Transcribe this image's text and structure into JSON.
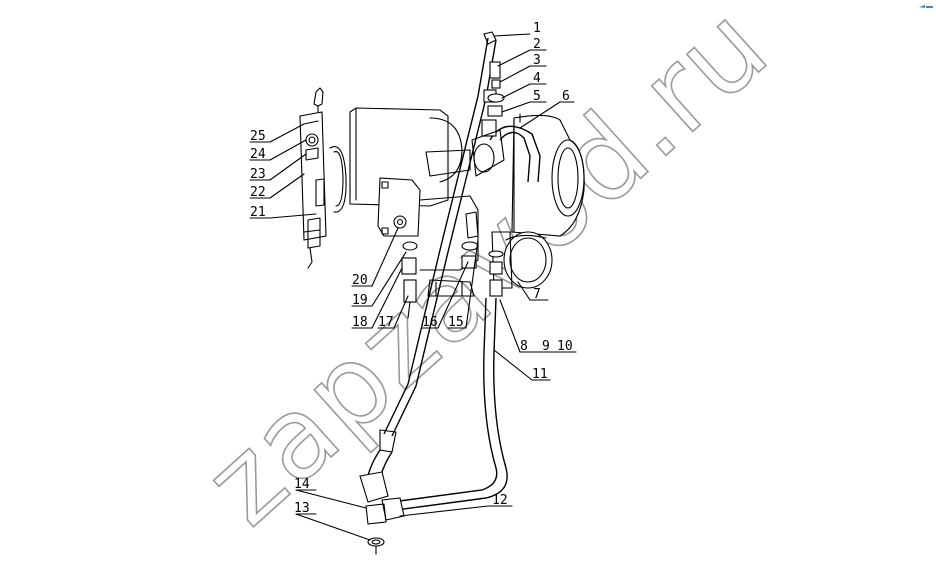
{
  "diagram": {
    "callouts": [
      "1",
      "2",
      "3",
      "4",
      "5",
      "6",
      "7",
      "8",
      "9",
      "10",
      "11",
      "12",
      "13",
      "14",
      "15",
      "16",
      "17",
      "18",
      "19",
      "20",
      "21",
      "22",
      "23",
      "24",
      "25"
    ]
  },
  "watermark": {
    "text": "zapzavod.ru"
  },
  "colors": {
    "ink": "#000000",
    "watermark": "#9a9a9a",
    "corner_mark": "#4a7fd0"
  }
}
